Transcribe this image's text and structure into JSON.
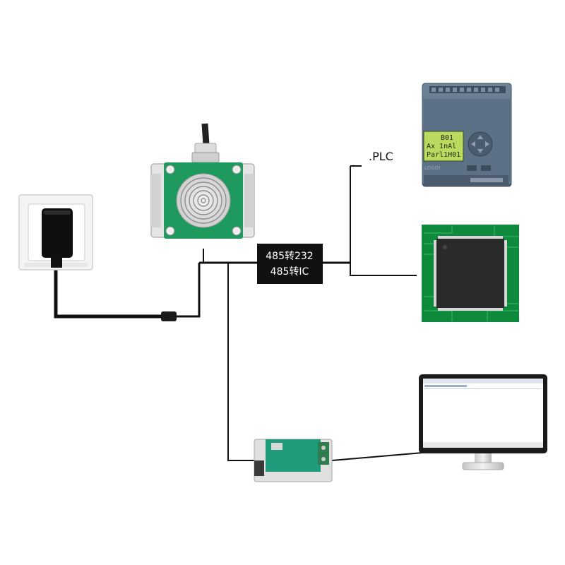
{
  "labels": {
    "plc": ".PLC",
    "converter_line1": "485转232",
    "converter_line2": "485转IC"
  },
  "plc_display": {
    "line1": "B01",
    "line2": "Ax 1nAl",
    "line3": "Parl1H01",
    "brand": "LOGO!"
  },
  "colors": {
    "wire": "#111111",
    "pcb_green": "#1f9a5e",
    "plc_body": "#5c7186",
    "lcd": "#b9d95f",
    "chip_board": "#0d8a3c",
    "converter_box": "#111111",
    "monitor_frame": "#1a1a1a"
  },
  "icons": [
    "power-outlet-icon",
    "power-adapter-icon",
    "rain-sensor-icon",
    "plc-icon",
    "microcontroller-icon",
    "rs485-module-icon",
    "computer-monitor-icon"
  ]
}
